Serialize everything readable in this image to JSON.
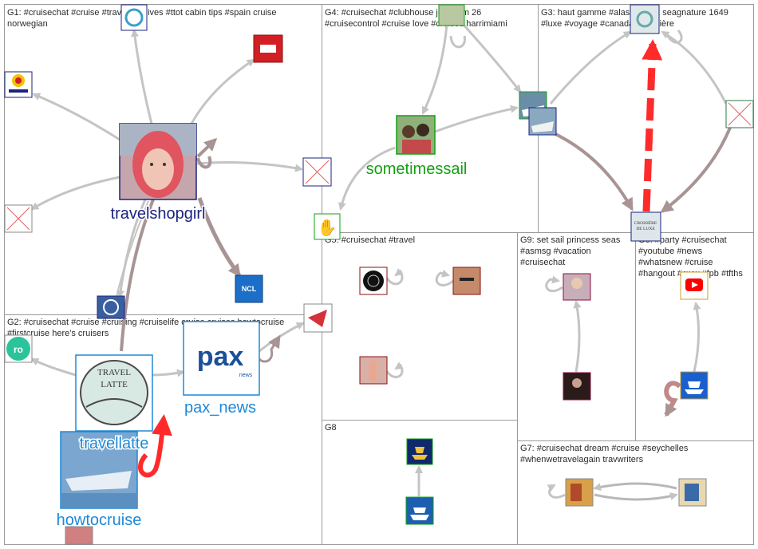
{
  "groups": [
    {
      "id": "G1",
      "lines": [
        "G1: #cruisechat #cruise #travel archives #ttot cabin tips #spain cruise",
        "norwegian"
      ]
    },
    {
      "id": "G2",
      "lines": [
        "G2: #cruisechat #cruise #cruising #cruiselife cruise cruises howtocruise",
        "#firstcruise here's cruisers"
      ]
    },
    {
      "id": "G3",
      "lines": [
        "G3: haut gamme #alaska chez seagnature 1649",
        "#luxe #voyage #canada #croisière"
      ]
    },
    {
      "id": "G4",
      "lines": [
        "G4: #cruisechat #clubhouse join 4pm 26",
        "#cruisecontrol #cruise love #cruises harrimiami"
      ]
    },
    {
      "id": "G5",
      "lines": [
        "G5: #cruisechat #travel"
      ]
    },
    {
      "id": "G6",
      "lines": [
        "G6: #party #cruisechat",
        "#youtube #news",
        "#whatsnew #cruise",
        "#hangout #cww #fpb #tfths"
      ]
    },
    {
      "id": "G7",
      "lines": [
        "G7: #cruisechat dream #cruise #seychelles",
        "#whenwetravelagain travwriters"
      ]
    },
    {
      "id": "G8",
      "lines": [
        "G8"
      ]
    },
    {
      "id": "G9",
      "lines": [
        "G9: set sail princess seas",
        "#asmsg #vacation",
        "#cruisechat"
      ]
    }
  ],
  "node_labels": {
    "travelshopgirl": "travelshopgirl",
    "sometimessail": "sometimessail",
    "pax_news": "pax_news",
    "travellatte": "travellatte",
    "howtocruise": "howtocruise"
  },
  "node_images": {
    "ro_avatar": "ro",
    "pax_logo": "pax",
    "pax_logo_sub": "news",
    "ncl_logo": "NCL",
    "croisiere": [
      "CROISIÈRE",
      "DE LUXE"
    ],
    "travellatte_logo": [
      "TRAVEL",
      "LATTE"
    ]
  },
  "colors": {
    "edge": "#c4c4c4",
    "edge_dark": "#a89494",
    "edge_red": "#ff2b2b",
    "label_navy": "#1a237e",
    "label_green": "#12a012",
    "label_blue": "#1e88d8",
    "border": "#9a9a9a"
  }
}
